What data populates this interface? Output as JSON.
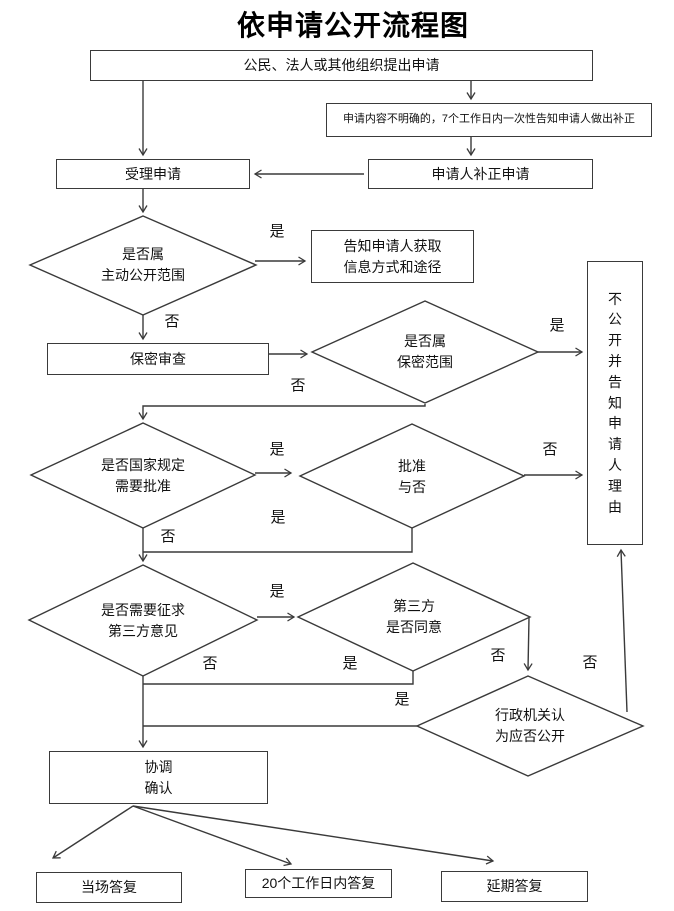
{
  "title": "依申请公开流程图",
  "colors": {
    "stroke": "#3a3a3a",
    "text": "#111111",
    "background": "#ffffff"
  },
  "nodes": {
    "apply": {
      "type": "process",
      "label": "公民、法人或其他组织提出申请"
    },
    "supplement_notice": {
      "type": "process",
      "label": "申请内容不明确的，7个工作日内一次性告知申请人做出补正"
    },
    "accept": {
      "type": "process",
      "label": "受理申请"
    },
    "correct": {
      "type": "process",
      "label": "申请人补正申请"
    },
    "is_active_scope": {
      "type": "decision",
      "label": "是否属\n主动公开范围"
    },
    "inform_obtain": {
      "type": "process",
      "label": "告知申请人获取\n信息方式和途径"
    },
    "secrecy_review": {
      "type": "process",
      "label": "保密审查"
    },
    "is_secret_scope": {
      "type": "decision",
      "label": "是否属\n保密范围"
    },
    "not_disclose": {
      "type": "process",
      "label": "不\n公\n开\n并\n告\n知\n申\n请\n人\n理\n由"
    },
    "need_state_approval": {
      "type": "decision",
      "label": "是否国家规定\n需要批准"
    },
    "approved_or_not": {
      "type": "decision",
      "label": "批准\n与否"
    },
    "need_third_party": {
      "type": "decision",
      "label": "是否需要征求\n第三方意见"
    },
    "third_party_agree": {
      "type": "decision",
      "label": "第三方\n是否同意"
    },
    "admin_decide": {
      "type": "decision",
      "label": "行政机关认\n为应否公开"
    },
    "coordinate_confirm": {
      "type": "process",
      "label": "协调\n确认"
    },
    "reply_onsite": {
      "type": "process",
      "label": "当场答复"
    },
    "reply_20days": {
      "type": "process",
      "label": "20个工作日内答复"
    },
    "reply_delay": {
      "type": "process",
      "label": "延期答复"
    }
  },
  "edges": [
    {
      "from": "apply",
      "to": "accept",
      "label": ""
    },
    {
      "from": "apply",
      "to": "supplement_notice",
      "label": ""
    },
    {
      "from": "supplement_notice",
      "to": "correct",
      "label": ""
    },
    {
      "from": "correct",
      "to": "accept",
      "label": ""
    },
    {
      "from": "accept",
      "to": "is_active_scope",
      "label": ""
    },
    {
      "from": "is_active_scope",
      "to": "inform_obtain",
      "label": "是"
    },
    {
      "from": "is_active_scope",
      "to": "secrecy_review",
      "label": "否"
    },
    {
      "from": "secrecy_review",
      "to": "is_secret_scope",
      "label": ""
    },
    {
      "from": "is_secret_scope",
      "to": "not_disclose",
      "label": "是"
    },
    {
      "from": "is_secret_scope",
      "to": "need_state_approval",
      "label": "否"
    },
    {
      "from": "need_state_approval",
      "to": "approved_or_not",
      "label": "是"
    },
    {
      "from": "approved_or_not",
      "to": "not_disclose",
      "label": "否"
    },
    {
      "from": "approved_or_not",
      "to": "need_third_party",
      "label": "是"
    },
    {
      "from": "need_state_approval",
      "to": "need_third_party",
      "label": "否"
    },
    {
      "from": "need_third_party",
      "to": "third_party_agree",
      "label": "是"
    },
    {
      "from": "third_party_agree",
      "to": "coordinate_confirm",
      "label": "是"
    },
    {
      "from": "third_party_agree",
      "to": "admin_decide",
      "label": "否"
    },
    {
      "from": "admin_decide",
      "to": "coordinate_confirm",
      "label": "是"
    },
    {
      "from": "admin_decide",
      "to": "not_disclose",
      "label": "否"
    },
    {
      "from": "need_third_party",
      "to": "coordinate_confirm",
      "label": "否"
    },
    {
      "from": "coordinate_confirm",
      "to": "reply_onsite",
      "label": ""
    },
    {
      "from": "coordinate_confirm",
      "to": "reply_20days",
      "label": ""
    },
    {
      "from": "coordinate_confirm",
      "to": "reply_delay",
      "label": ""
    }
  ]
}
